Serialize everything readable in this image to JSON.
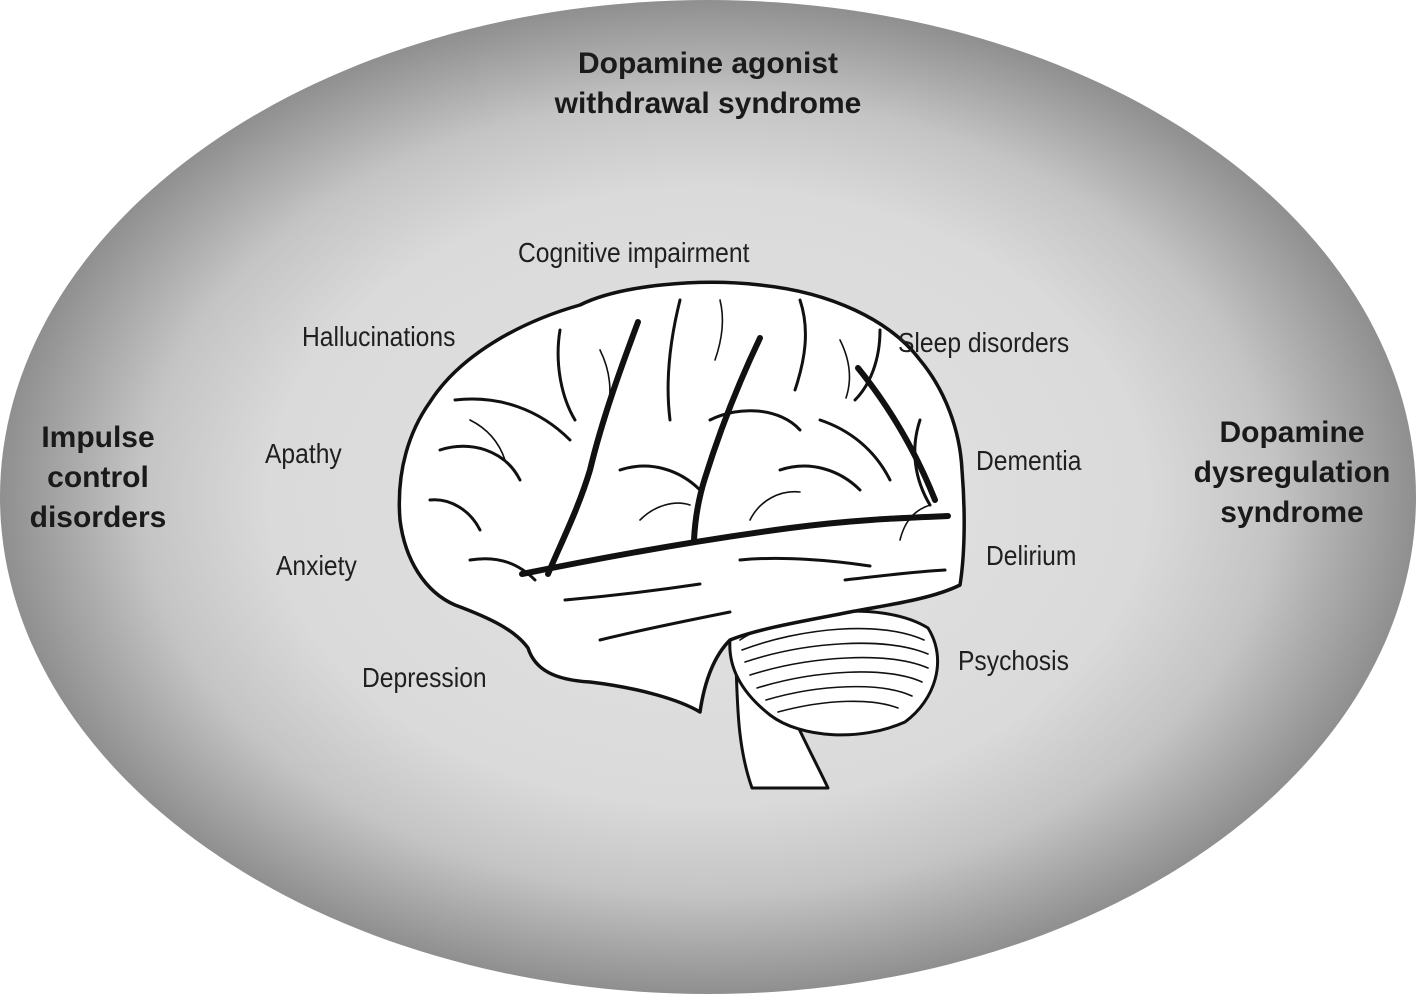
{
  "outer_syndromes": {
    "top": [
      "Dopamine agonist",
      "withdrawal syndrome"
    ],
    "left": [
      "Impulse",
      "control",
      "disorders"
    ],
    "right": [
      "Dopamine",
      "dysregulation",
      "syndrome"
    ]
  },
  "symptoms": {
    "cognitive": "Cognitive impairment",
    "hallucinations": "Hallucinations",
    "apathy": "Apathy",
    "anxiety": "Anxiety",
    "depression": "Depression",
    "sleep": "Sleep disorders",
    "dementia": "Dementia",
    "delirium": "Delirium",
    "psychosis": "Psychosis"
  },
  "colors": {
    "oval_edge": "#8f8f8f",
    "oval_center": "#e3e3e3",
    "text": "#1a1a1a",
    "brain_fill": "#ffffff",
    "brain_line": "#111111"
  }
}
